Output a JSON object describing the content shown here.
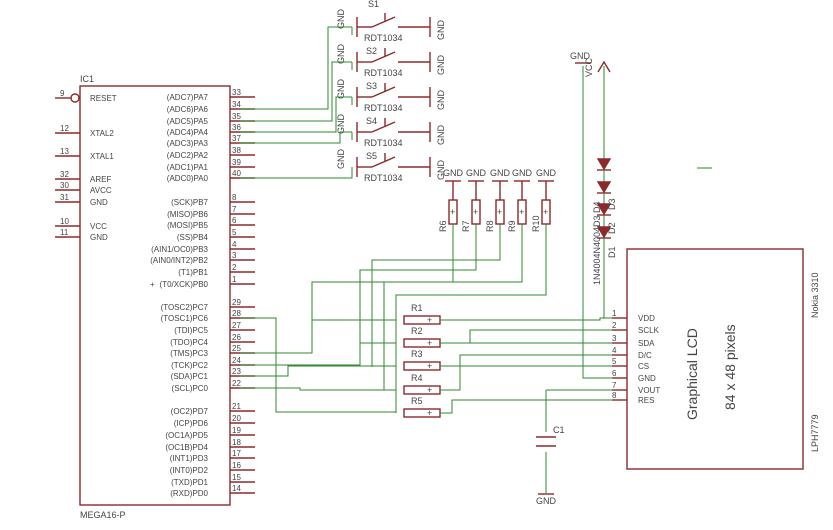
{
  "mcu": {
    "ref": "IC1",
    "part": "MEGA16-P",
    "left_pins": [
      {
        "num": "9",
        "name": "RESET"
      },
      {
        "num": "12",
        "name": "XTAL2"
      },
      {
        "num": "13",
        "name": "XTAL1"
      },
      {
        "num": "32",
        "name": "AREF"
      },
      {
        "num": "30",
        "name": "AVCC"
      },
      {
        "num": "31",
        "name": "GND"
      },
      {
        "num": "10",
        "name": "VCC"
      },
      {
        "num": "11",
        "name": "GND"
      }
    ],
    "right_pins": [
      {
        "num": "33",
        "name": "(ADC7)PA7"
      },
      {
        "num": "34",
        "name": "(ADC6)PA6"
      },
      {
        "num": "35",
        "name": "(ADC5)PA5"
      },
      {
        "num": "36",
        "name": "(ADC4)PA4"
      },
      {
        "num": "37",
        "name": "(ADC3)PA3"
      },
      {
        "num": "38",
        "name": "(ADC2)PA2"
      },
      {
        "num": "39",
        "name": "(ADC1)PA1"
      },
      {
        "num": "40",
        "name": "(ADC0)PA0"
      },
      {
        "num": "8",
        "name": "(SCK)PB7"
      },
      {
        "num": "7",
        "name": "(MISO)PB6"
      },
      {
        "num": "6",
        "name": "(MOSI)PB5"
      },
      {
        "num": "5",
        "name": "(SS)PB4"
      },
      {
        "num": "4",
        "name": "(AIN1/OC0)PB3"
      },
      {
        "num": "3",
        "name": "(AIN0/INT2)PB2"
      },
      {
        "num": "2",
        "name": "(T1)PB1"
      },
      {
        "num": "1",
        "name": "(T0/XCK)PB0"
      },
      {
        "num": "29",
        "name": "(TOSC2)PC7"
      },
      {
        "num": "28",
        "name": "(TOSC1)PC6"
      },
      {
        "num": "27",
        "name": "(TDI)PC5"
      },
      {
        "num": "26",
        "name": "(TDO)PC4"
      },
      {
        "num": "25",
        "name": "(TMS)PC3"
      },
      {
        "num": "24",
        "name": "(TCK)PC2"
      },
      {
        "num": "23",
        "name": "(SDA)PC1"
      },
      {
        "num": "22",
        "name": "(SCL)PC0"
      },
      {
        "num": "21",
        "name": "(OC2)PD7"
      },
      {
        "num": "20",
        "name": "(ICP)PD6"
      },
      {
        "num": "19",
        "name": "(OC1A)PD5"
      },
      {
        "num": "18",
        "name": "(OC1B)PD4"
      },
      {
        "num": "17",
        "name": "(INT1)PD3"
      },
      {
        "num": "16",
        "name": "(INT0)PD2"
      },
      {
        "num": "15",
        "name": "(TXD)PD1"
      },
      {
        "num": "14",
        "name": "(RXD)PD0"
      }
    ]
  },
  "switches": {
    "first_ref": "S1",
    "part": "RDT1034",
    "refs_overlap": [
      "S2",
      "S3",
      "S4",
      "S5"
    ],
    "gnd_label": "GND"
  },
  "pullups": {
    "refs": [
      "R6",
      "R7",
      "R8",
      "R9",
      "R10"
    ],
    "gnd_label": "GND"
  },
  "series_resistors": {
    "refs": [
      "R1",
      "R2",
      "R3",
      "R4",
      "R5"
    ]
  },
  "capacitor": {
    "ref": "C1",
    "gnd_label": "GND"
  },
  "diodes": {
    "part": "1N4004",
    "refs": [
      "D1",
      "D2",
      "D3"
    ],
    "overlap_text": "1N4004N4004D3 D4"
  },
  "supply": {
    "gnd_label": "GND",
    "vcc_label": "VCC"
  },
  "lcd": {
    "title": "Graphical LCD",
    "subtitle": "84 x 48 pixels",
    "brand": "Nokia 3310",
    "model": "LPH7779",
    "pins": [
      {
        "num": "1",
        "name": "VDD"
      },
      {
        "num": "2",
        "name": "SCLK"
      },
      {
        "num": "3",
        "name": "SDA"
      },
      {
        "num": "4",
        "name": "D/C"
      },
      {
        "num": "5",
        "name": "CS"
      },
      {
        "num": "6",
        "name": "GND"
      },
      {
        "num": "7",
        "name": "VOUT"
      },
      {
        "num": "8",
        "name": "RES"
      }
    ]
  }
}
